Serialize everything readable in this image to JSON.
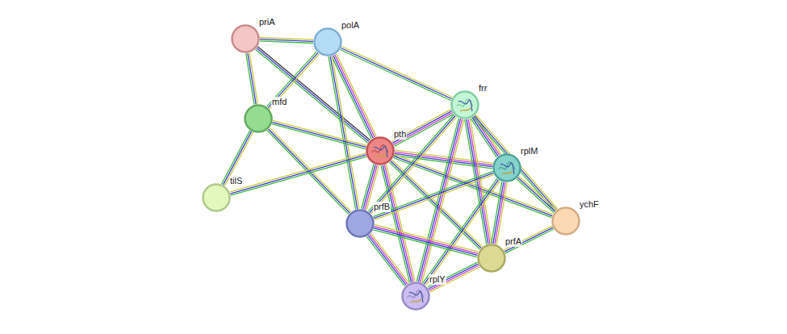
{
  "diagram": {
    "nodes": [
      {
        "text": [
          "priA"
        ]
      },
      {
        "text": [
          "polA"
        ]
      },
      {
        "text": [
          "frr"
        ]
      },
      {
        "text": [
          "mfd"
        ]
      },
      {
        "text": [
          "pth"
        ]
      },
      {
        "text": [
          "rplM"
        ]
      },
      {
        "text": [
          "tilS"
        ]
      },
      {
        "text": [
          "ychF"
        ]
      },
      {
        "text": [
          "prfB"
        ]
      },
      {
        "text": [
          "prfA"
        ]
      },
      {
        "text": [
          "rplY"
        ]
      }
    ],
    "edges": [
      {
        "from": 0,
        "to": 1,
        "arrow": "none"
      },
      {
        "from": 0,
        "to": 3,
        "arrow": "none"
      },
      {
        "from": 0,
        "to": 4,
        "arrow": "none"
      },
      {
        "from": 1,
        "to": 3,
        "arrow": "none"
      },
      {
        "from": 1,
        "to": 4,
        "arrow": "none"
      },
      {
        "from": 1,
        "to": 8,
        "arrow": "none"
      },
      {
        "from": 1,
        "to": 2,
        "arrow": "none"
      },
      {
        "from": 3,
        "to": 6,
        "arrow": "none"
      },
      {
        "from": 3,
        "to": 4,
        "arrow": "none"
      },
      {
        "from": 3,
        "to": 8,
        "arrow": "none"
      },
      {
        "from": 6,
        "to": 4,
        "arrow": "none"
      },
      {
        "from": 4,
        "to": 2,
        "arrow": "none"
      },
      {
        "from": 4,
        "to": 5,
        "arrow": "none"
      },
      {
        "from": 4,
        "to": 8,
        "arrow": "none"
      },
      {
        "from": 4,
        "to": 9,
        "arrow": "none"
      },
      {
        "from": 4,
        "to": 10,
        "arrow": "none"
      },
      {
        "from": 4,
        "to": 7,
        "arrow": "none"
      },
      {
        "from": 2,
        "to": 5,
        "arrow": "none"
      },
      {
        "from": 2,
        "to": 8,
        "arrow": "none"
      },
      {
        "from": 2,
        "to": 9,
        "arrow": "none"
      },
      {
        "from": 2,
        "to": 10,
        "arrow": "none"
      },
      {
        "from": 2,
        "to": 7,
        "arrow": "none"
      },
      {
        "from": 5,
        "to": 8,
        "arrow": "none"
      },
      {
        "from": 5,
        "to": 9,
        "arrow": "none"
      },
      {
        "from": 5,
        "to": 10,
        "arrow": "none"
      },
      {
        "from": 5,
        "to": 7,
        "arrow": "none"
      },
      {
        "from": 8,
        "to": 9,
        "arrow": "none"
      },
      {
        "from": 8,
        "to": 10,
        "arrow": "none"
      },
      {
        "from": 9,
        "to": 10,
        "arrow": "none"
      },
      {
        "from": 9,
        "to": 7,
        "arrow": "none"
      }
    ]
  }
}
